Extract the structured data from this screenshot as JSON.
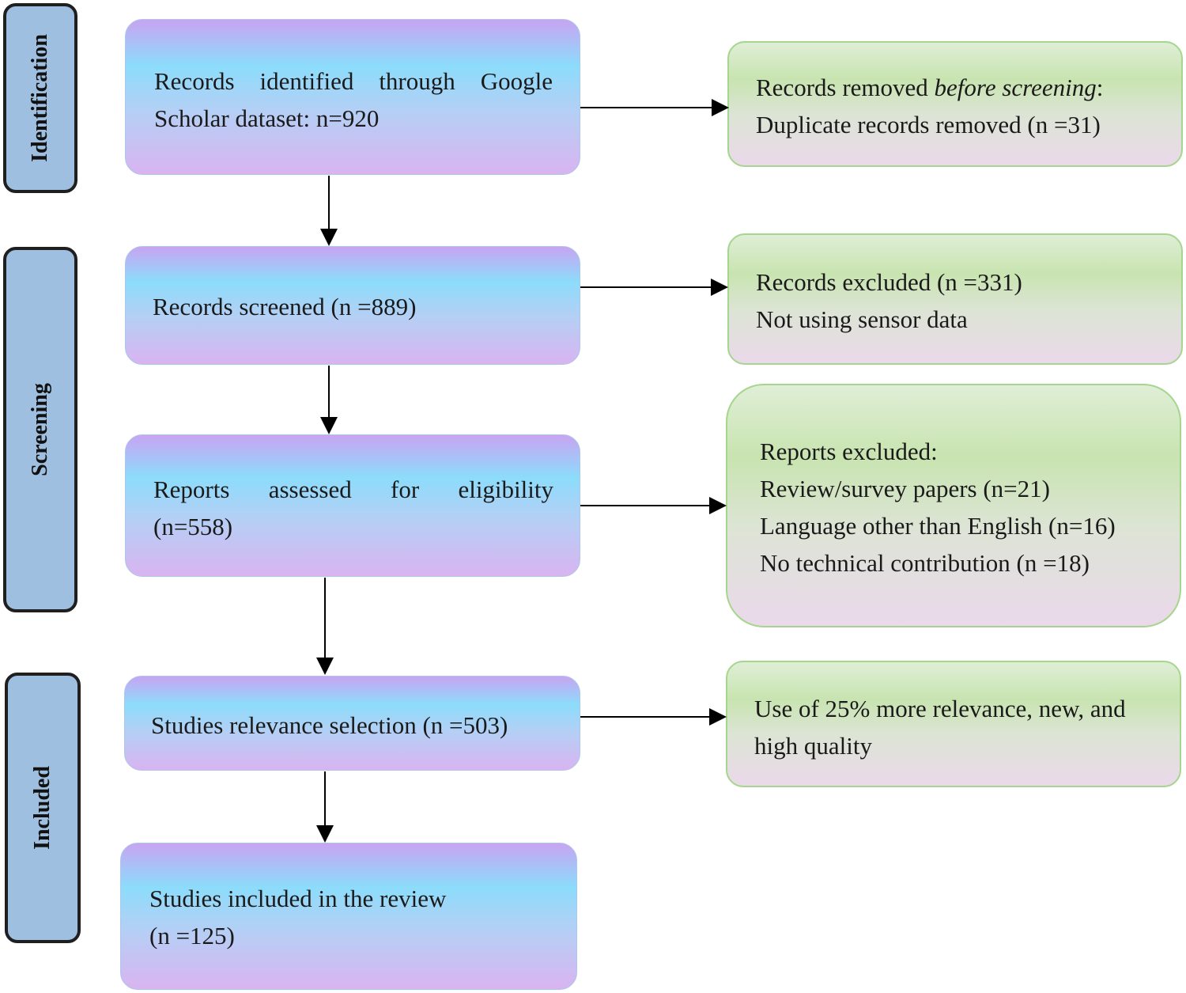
{
  "stages": {
    "identification": "Identification",
    "screening": "Screening",
    "included": "Included"
  },
  "main_boxes": {
    "identified": {
      "line1": "Records identified through Google",
      "line2": "Scholar dataset: n=920"
    },
    "screened": {
      "line1": "Records screened (n =889)"
    },
    "assessed": {
      "line1": "Reports assessed for eligibility",
      "line2": "(n=558)"
    },
    "relevance": {
      "line1": "Studies relevance selection (n =503)"
    },
    "included": {
      "line1": "Studies included in the review",
      "line2": "(n =125)"
    }
  },
  "side_boxes": {
    "removed": {
      "line1_prefix": "Records removed ",
      "line1_emphasis": "before screening",
      "line1_suffix": ":",
      "line2": "Duplicate records removed (n =31)"
    },
    "excluded_records": {
      "line1": "Records excluded (n =331)",
      "line2": "Not using sensor data"
    },
    "excluded_reports": {
      "line1": "Reports excluded:",
      "line2": "Review/survey papers (n=21)",
      "line3": "Language other than English (n=16)",
      "line4": "No technical contribution (n =18)"
    },
    "relevance_note": {
      "line1": "Use of 25% more relevance, new, and",
      "line2": "high quality"
    }
  },
  "colors": {
    "main_top": "#c8a4f2",
    "main_mid": "#8cdcfb",
    "side_mid": "#c8e4b0",
    "stage_fill": "#9fbfe0",
    "stage_border": "#1f1f1f",
    "arrow": "#000000"
  }
}
